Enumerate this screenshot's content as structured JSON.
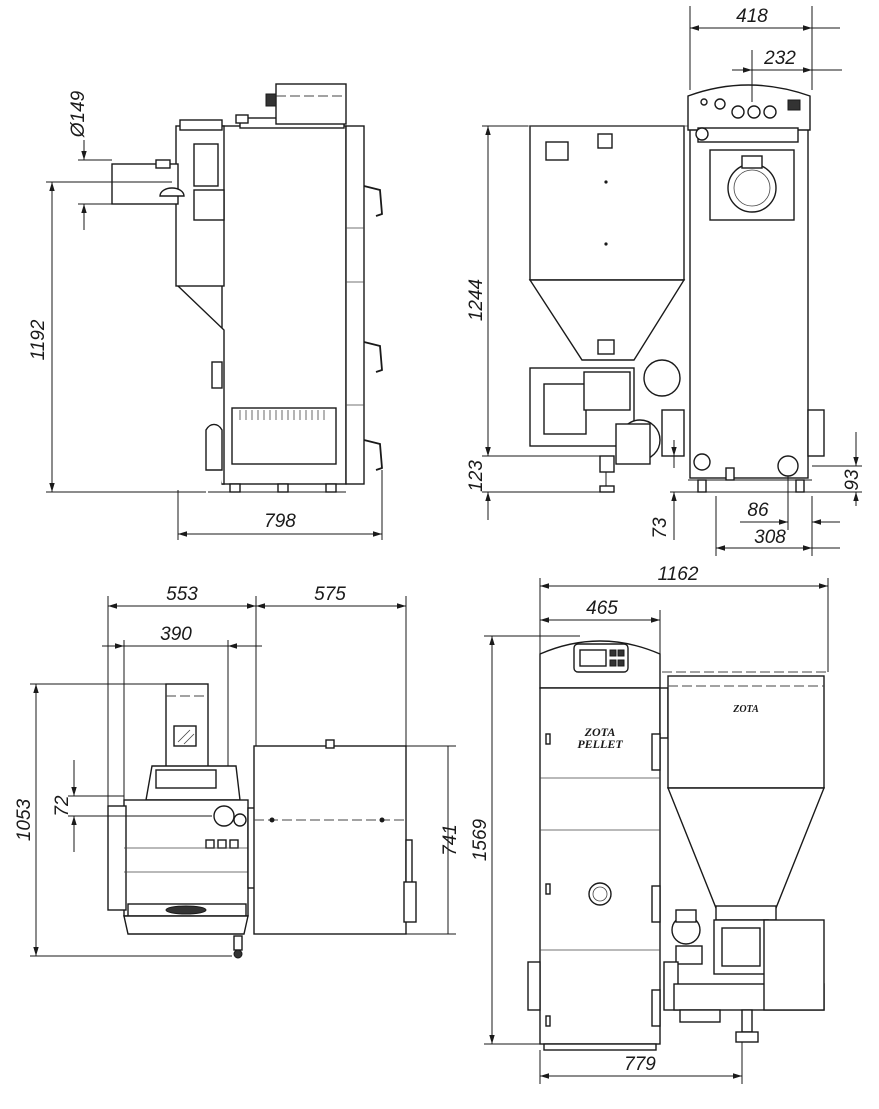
{
  "dimensions": {
    "side_diameter": "Ø149",
    "side_height": "1192",
    "side_depth": "798",
    "rear_top_width": "418",
    "rear_flue_offset": "232",
    "rear_height": "1244",
    "rear_bottom_offset": "123",
    "rear_feet_height": "73",
    "rear_right_offset_86": "86",
    "rear_right_offset_308": "308",
    "rear_right_height_93": "93",
    "top_width_553": "553",
    "top_width_575": "575",
    "top_width_390": "390",
    "top_height_1053": "1053",
    "top_offset_72": "72",
    "top_hopper_depth": "741",
    "front_total_width": "1162",
    "front_boiler_width": "465",
    "front_height": "1569",
    "front_bottom_width": "779"
  },
  "logos": {
    "boiler_logo_line1": "ZOTA",
    "boiler_logo_line2": "PELLET",
    "hopper_logo": "ZOTA"
  }
}
